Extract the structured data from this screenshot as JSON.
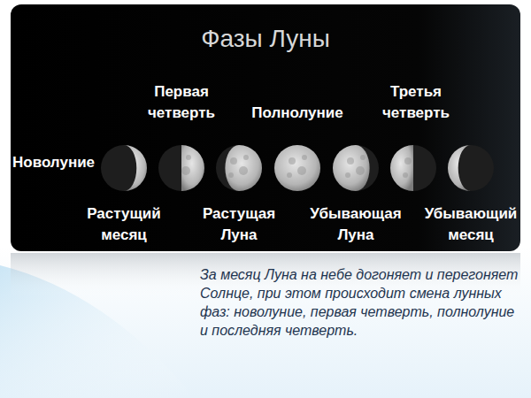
{
  "diagram": {
    "title": "Фазы Луны",
    "labels": [
      "Первая четверть",
      "Полнолуние",
      "Третья четверть",
      "Новолуние",
      "Растущий месяц",
      "Растущая Луна",
      "Убывающая Луна",
      "Убывающий месяц"
    ],
    "caption": "За месяц Луна на небе догоняет и перегоняет Солнце, при этом происходит смена лунных фаз: новолуние, первая четверть, полнолуние и последняя четверть."
  }
}
